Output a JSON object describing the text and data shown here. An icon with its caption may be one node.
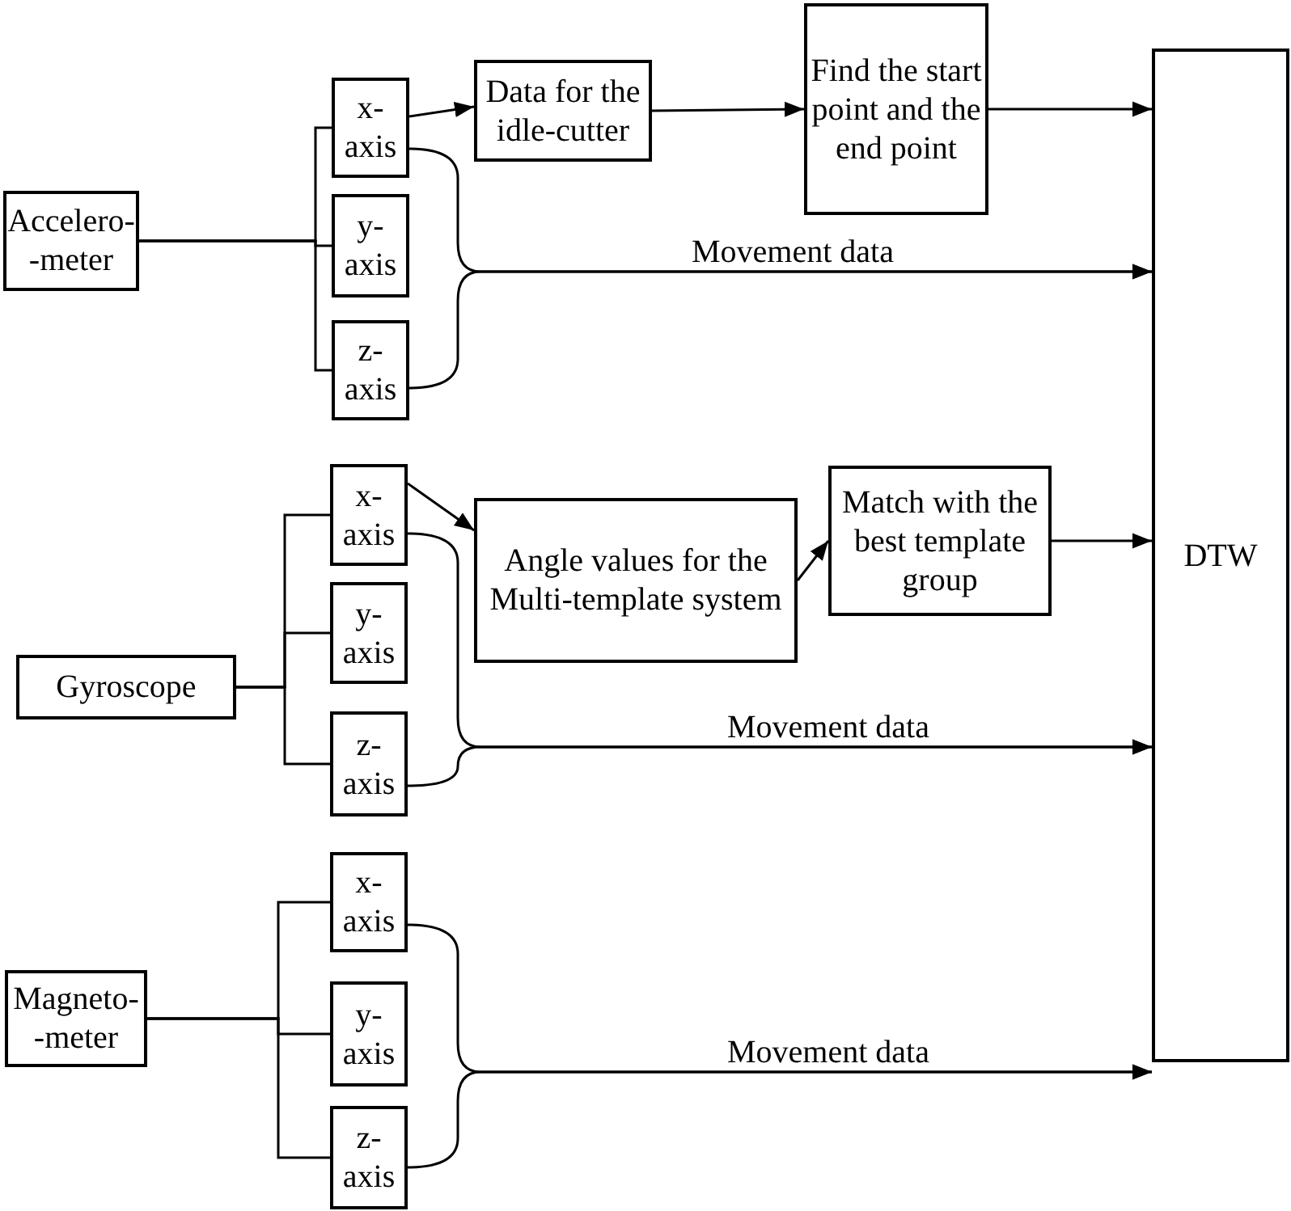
{
  "diagram": {
    "nodes": [
      {
        "text": [
          "Accelero- -meter"
        ]
      },
      {
        "text": [
          "x- axis"
        ]
      },
      {
        "text": [
          "y- axis"
        ]
      },
      {
        "text": [
          "z- axis"
        ]
      },
      {
        "text": [
          "Data for the idle-cutter"
        ]
      },
      {
        "text": [
          "Find the start point and the end point"
        ]
      },
      {
        "text": [
          "Gyroscope"
        ]
      },
      {
        "text": [
          "x- axis"
        ]
      },
      {
        "text": [
          "y- axis"
        ]
      },
      {
        "text": [
          "z- axis"
        ]
      },
      {
        "text": [
          "Angle values for the Multi-template system"
        ]
      },
      {
        "text": [
          "Match with the best template group"
        ]
      },
      {
        "text": [
          "Magneto- -meter"
        ]
      },
      {
        "text": [
          "x- axis"
        ]
      },
      {
        "text": [
          "y- axis"
        ]
      },
      {
        "text": [
          "z- axis"
        ]
      },
      {
        "text": [
          "DTW"
        ]
      }
    ],
    "edges": [
      {
        "from": 0,
        "to": 1,
        "arrow": "none"
      },
      {
        "from": 0,
        "to": 2,
        "arrow": "none"
      },
      {
        "from": 0,
        "to": 3,
        "arrow": "none"
      },
      {
        "from": 1,
        "to": 4,
        "arrow": "to"
      },
      {
        "from": 4,
        "to": 5,
        "arrow": "to"
      },
      {
        "from": 5,
        "to": 16,
        "arrow": "to"
      },
      {
        "from": 1,
        "to": 16,
        "arrow": "to",
        "label": "Movement data"
      },
      {
        "from": 3,
        "to": 16,
        "arrow": "to"
      },
      {
        "from": 6,
        "to": 7,
        "arrow": "none"
      },
      {
        "from": 6,
        "to": 8,
        "arrow": "none"
      },
      {
        "from": 6,
        "to": 9,
        "arrow": "none"
      },
      {
        "from": 7,
        "to": 10,
        "arrow": "to"
      },
      {
        "from": 10,
        "to": 11,
        "arrow": "to"
      },
      {
        "from": 11,
        "to": 16,
        "arrow": "to"
      },
      {
        "from": 7,
        "to": 16,
        "arrow": "to",
        "label": "Movement data"
      },
      {
        "from": 9,
        "to": 16,
        "arrow": "to"
      },
      {
        "from": 12,
        "to": 13,
        "arrow": "none"
      },
      {
        "from": 12,
        "to": 14,
        "arrow": "none"
      },
      {
        "from": 12,
        "to": 15,
        "arrow": "none"
      },
      {
        "from": 13,
        "to": 16,
        "arrow": "to",
        "label": "Movement data"
      },
      {
        "from": 15,
        "to": 16,
        "arrow": "to"
      }
    ]
  }
}
